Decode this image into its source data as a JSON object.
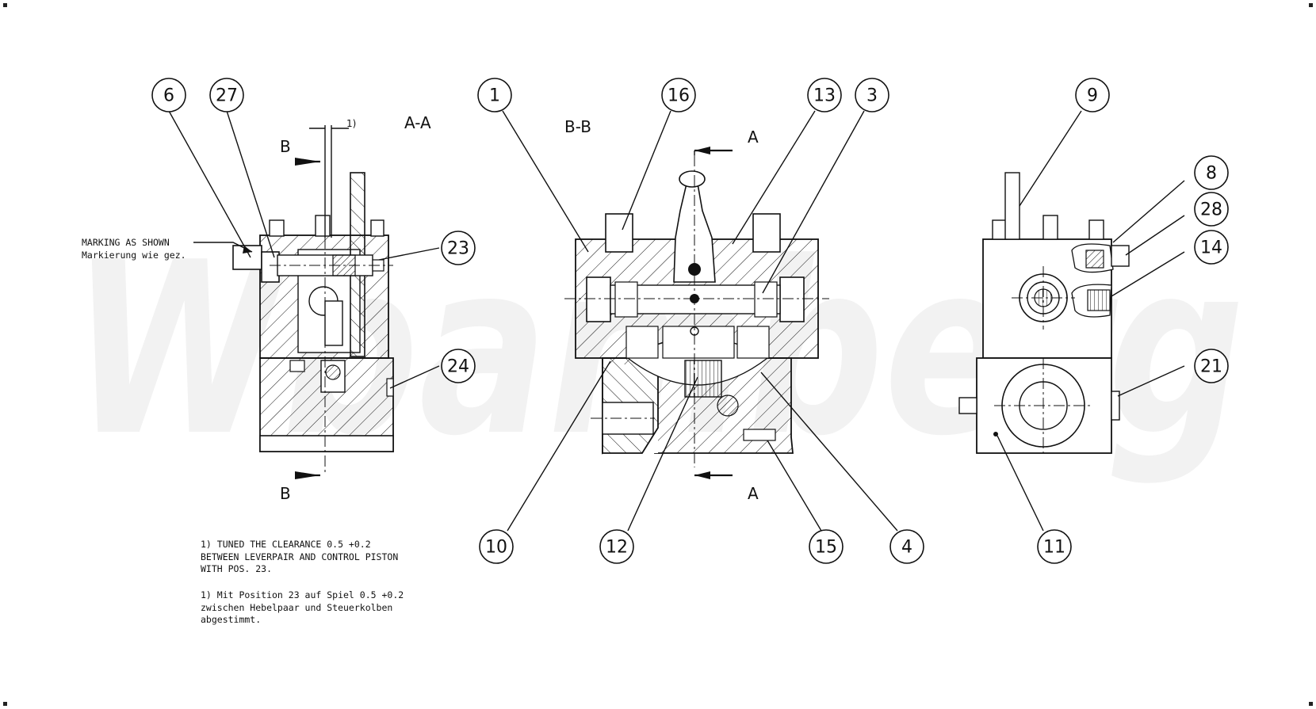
{
  "watermark": "Wbamberg",
  "views": {
    "section_aa": "A-A",
    "section_bb": "B-B",
    "cut_b_top": "B",
    "cut_b_bottom": "B",
    "cut_a_top": "A",
    "cut_a_bottom": "A",
    "footnote_ref": "1)"
  },
  "marking": {
    "en": "MARKING AS SHOWN",
    "de": "Markierung wie gez."
  },
  "callouts": [
    "6",
    "27",
    "23",
    "24",
    "1",
    "16",
    "13",
    "3",
    "10",
    "12",
    "15",
    "4",
    "9",
    "8",
    "28",
    "14",
    "21",
    "11"
  ],
  "notes": {
    "en": "1) TUNED THE CLEARANCE 0.5 +0.2\nBETWEEN LEVERPAIR AND CONTROL PISTON\nWITH POS. 23.",
    "de": "1) Mit Position 23 auf Spiel 0.5 +0.2\nzwischen Hebelpaar und Steuerkolben\nabgestimmt."
  }
}
